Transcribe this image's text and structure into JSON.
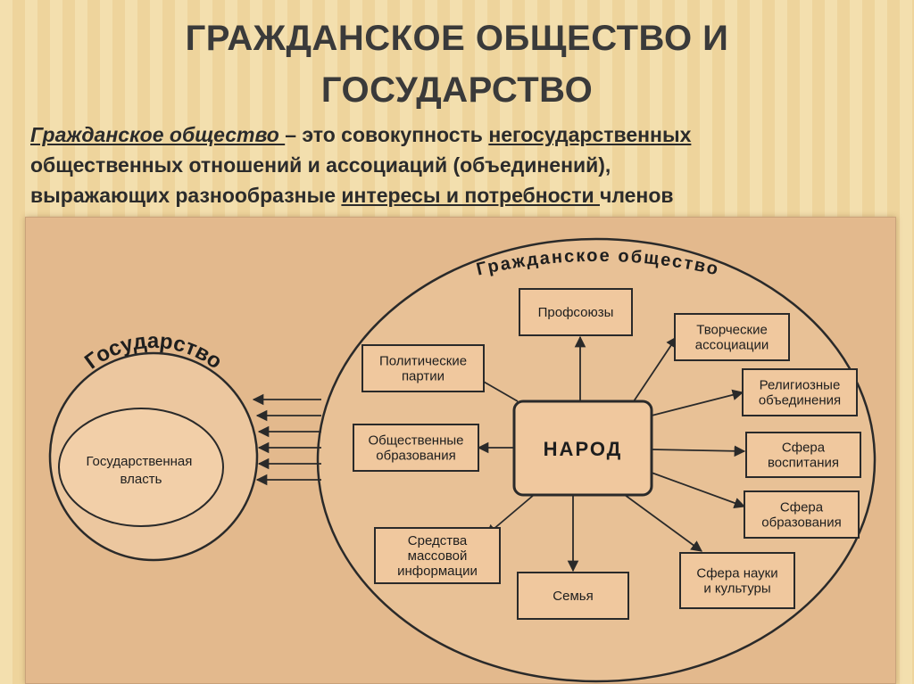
{
  "title": {
    "line1": "ГРАЖДАНСКОЕ ОБЩЕСТВО И",
    "line2": "ГОСУДАРСТВО"
  },
  "definition": {
    "term": "Гражданское общество ",
    "dash": " – это совокупность ",
    "u1": "негосударственных",
    "line2": "общественных отношений и ассоциаций (объединений),",
    "line3_start": "выражающих разнообразные ",
    "u2": "интересы и потребности ",
    "line3_end": "членов"
  },
  "diagram": {
    "state_ring_label": "Государство",
    "state_power": [
      "Государственная",
      "власть"
    ],
    "society_label": "Гражданское общество",
    "center": "НАРОД",
    "boxes": [
      {
        "key": "trade-unions",
        "lines": [
          "Профсоюзы"
        ]
      },
      {
        "key": "creative-associations",
        "lines": [
          "Творческие",
          "ассоциации"
        ]
      },
      {
        "key": "political-parties",
        "lines": [
          "Политические",
          "партии"
        ]
      },
      {
        "key": "religious-associations",
        "lines": [
          "Религиозные",
          "объединения"
        ]
      },
      {
        "key": "public-organizations",
        "lines": [
          "Общественные",
          "образования"
        ]
      },
      {
        "key": "upbringing",
        "lines": [
          "Сфера",
          "воспитания"
        ]
      },
      {
        "key": "education",
        "lines": [
          "Сфера",
          "образования"
        ]
      },
      {
        "key": "mass-media",
        "lines": [
          "Средства",
          "массовой",
          "информации"
        ]
      },
      {
        "key": "science-culture",
        "lines": [
          "Сфера науки",
          "и культуры"
        ]
      },
      {
        "key": "family",
        "lines": [
          "Семья"
        ]
      }
    ]
  },
  "colors": {
    "panel": "#e3b98d",
    "box": "#f0c89e",
    "line": "#2a2a2a",
    "background": "#f3dfae"
  }
}
